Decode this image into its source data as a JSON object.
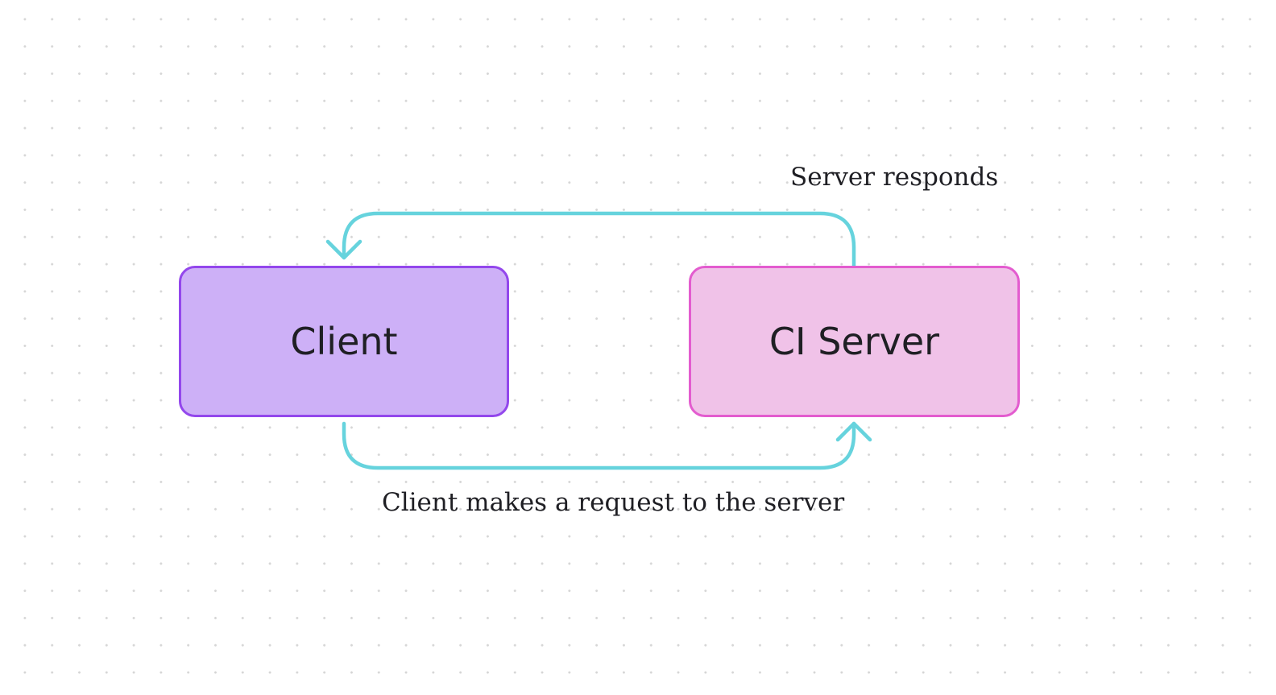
{
  "diagram": {
    "nodes": {
      "client": {
        "label": "Client",
        "fill": "#cdb0f7",
        "border": "#9347ec"
      },
      "server": {
        "label": "CI Server",
        "fill": "#f0c2e8",
        "border": "#e35ccf"
      }
    },
    "edges": {
      "request": {
        "from": "Client",
        "to": "CI Server",
        "label": "Client makes a request to the server"
      },
      "response": {
        "from": "CI Server",
        "to": "Client",
        "label": "Server responds"
      }
    },
    "connector_color": "#66d3dd"
  }
}
